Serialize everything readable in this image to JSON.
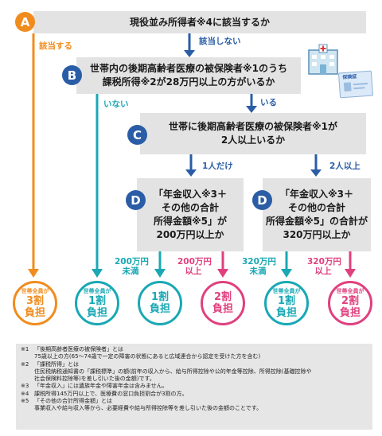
{
  "colors": {
    "orange": "#f08c1e",
    "navy": "#2a5da6",
    "teal": "#19a8b4",
    "pink": "#e0407e",
    "box": "#e3e3e4"
  },
  "boxes": {
    "a": {
      "badge": "A",
      "text": "現役並み所得者※4に該当するか"
    },
    "b": {
      "badge": "B",
      "lines": [
        "世帯内の後期高齢者医療の被保険者※1のうち",
        "課税所得※2が28万円以上の方がいるか"
      ]
    },
    "c": {
      "badge": "C",
      "lines": [
        "世帯に後期高齢者医療の被保険者※1が",
        "2人以上いるか"
      ]
    },
    "d1": {
      "badge": "D",
      "lines": [
        "「年金収入※3＋",
        "その他の合計",
        "所得金額※5」が",
        "200万円以上か"
      ]
    },
    "d2": {
      "badge": "D",
      "lines": [
        "「年金収入※3＋",
        "その他の合計",
        "所得金額※5」の合計が",
        "320万円以上か"
      ]
    }
  },
  "labels": {
    "applicable": "該当する",
    "not_applicable": "該当しない",
    "none": "いない",
    "present": "いる",
    "one_person": "1人だけ",
    "two_or_more": "2人以上",
    "d1_under": [
      "200万円",
      "未満"
    ],
    "d1_over": [
      "200万円",
      "以上"
    ],
    "d2_under": [
      "320万円",
      "未満"
    ],
    "d2_over": [
      "320万円",
      "以上"
    ]
  },
  "results": [
    {
      "small": "世帯全員が",
      "big": [
        "3割",
        "負担"
      ]
    },
    {
      "small": "世帯全員が",
      "big": [
        "1割",
        "負担"
      ]
    },
    {
      "small": "",
      "big": [
        "1割",
        "負担"
      ]
    },
    {
      "small": "",
      "big": [
        "2割",
        "負担"
      ]
    },
    {
      "small": "世帯全員が",
      "big": [
        "1割",
        "負担"
      ]
    },
    {
      "small": "世帯全員が",
      "big": [
        "2割",
        "負担"
      ]
    }
  ],
  "icons": {
    "hospital": "hospital-icon",
    "card": "insurance-card-icon"
  },
  "card_text": "保険証",
  "notes": [
    {
      "num": "※1",
      "lines": [
        "「後期高齢者医療の被保険者」とは",
        "75歳以上の方(65〜74歳で一定の障害の状態にあると広域連合から認定を受けた方を含む)"
      ]
    },
    {
      "num": "※2",
      "lines": [
        "「課税所得」とは",
        "住民税納税通知書の「課税標準」の額(前年の収入から、給与所得控除や公的年金等控除、所得控除(基礎控除や",
        "社会保険料控除等)を差し引いた後の金額)です。"
      ]
    },
    {
      "num": "※3",
      "lines": [
        "「年金収入」には遺族年金や障害年金は含みません。"
      ]
    },
    {
      "num": "※4",
      "lines": [
        "課税所得145万円以上で、医療費の窓口負担割合が3割の方。"
      ]
    },
    {
      "num": "※5",
      "lines": [
        "「その他の合計所得金額」とは",
        "事業収入や給与収入等から、必要経費や給与所得控除等を差し引いた後の金額のことです。"
      ]
    }
  ]
}
